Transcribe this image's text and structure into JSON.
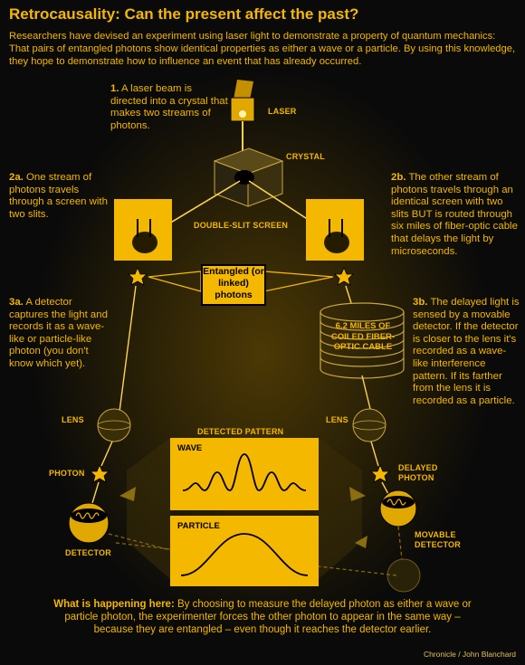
{
  "title": "Retrocausality: Can the present affect the past?",
  "intro": "Researchers have devised an experiment using laser light to demonstrate a property of quantum mechanics: That pairs of entangled photons show identical properties as either a wave or a particle. By using this knowledge, they hope to demonstrate how to influence an event that has already occurred.",
  "steps": {
    "s1": {
      "num": "1.",
      "text": "A laser beam is directed into a crystal that makes two streams of  photons."
    },
    "s2a": {
      "num": "2a.",
      "text": "One stream of photons travels through a screen with two slits."
    },
    "s2b": {
      "num": "2b.",
      "text": "The other stream of photons travels through an identical screen with two slits BUT is routed through six miles of fiber-optic cable that delays the light by microseconds."
    },
    "s3a": {
      "num": "3a.",
      "text": "A detector captures the light and records it as a wave-like or particle-like photon (you don't know which yet)."
    },
    "s3b": {
      "num": "3b.",
      "text": "The delayed light is sensed by a movable detector. If the detector is closer to the lens it's recorded as a wave-like interference pattern. If its farther from the lens it is recorded as a particle."
    }
  },
  "labels": {
    "laser": "LASER",
    "crystal": "CRYSTAL",
    "double_slit": "DOUBLE-SLIT SCREEN",
    "entangled": "Entangled (or linked) photons",
    "coil": "6.2 MILES OF COILED FIBER-OPTIC CABLE",
    "lens_left": "LENS",
    "lens_right": "LENS",
    "photon": "PHOTON",
    "delayed_photon": "DELAYED PHOTON",
    "detector": "DETECTOR",
    "movable_detector": "MOVABLE DETECTOR",
    "detected_pattern": "DETECTED PATTERN",
    "wave": "WAVE",
    "particle": "PARTICLE"
  },
  "footer": {
    "lead": "What is happening here:",
    "text": " By choosing to measure the delayed photon as either a wave or particle photon, the experimenter forces the other photon to appear in the same way – because they are entangled – even though it reaches the detector earlier."
  },
  "credit": "Chronicle / John Blanchard",
  "colors": {
    "accent": "#f5b800",
    "background": "#0a0a0a"
  }
}
